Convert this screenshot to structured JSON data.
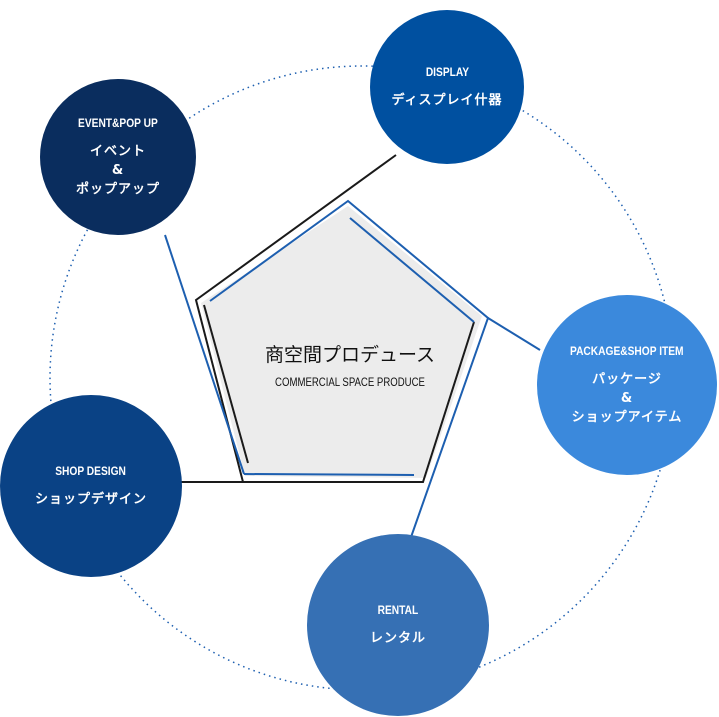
{
  "center": {
    "title": "商空間プロデュース",
    "subtitle": "COMMERCIAL SPACE PRODUCE"
  },
  "nodes": {
    "display": {
      "en": "DISPLAY",
      "jp": [
        "ディスプレイ什器"
      ],
      "color": "#0050a0"
    },
    "event": {
      "en": "EVENT&POP UP",
      "jp": [
        "イベント",
        "&",
        "ポップアップ"
      ],
      "color": "#0a2d5e"
    },
    "package": {
      "en": "PACKAGE&SHOP ITEM",
      "jp": [
        "パッケージ",
        "&",
        "ショップアイテム"
      ],
      "color": "#3b89dc"
    },
    "shop_design": {
      "en": "SHOP DESIGN",
      "jp": [
        "ショップデザイン"
      ],
      "color": "#0a4285"
    },
    "rental": {
      "en": "RENTAL",
      "jp": [
        "レンタル"
      ],
      "color": "#3670b4"
    }
  }
}
